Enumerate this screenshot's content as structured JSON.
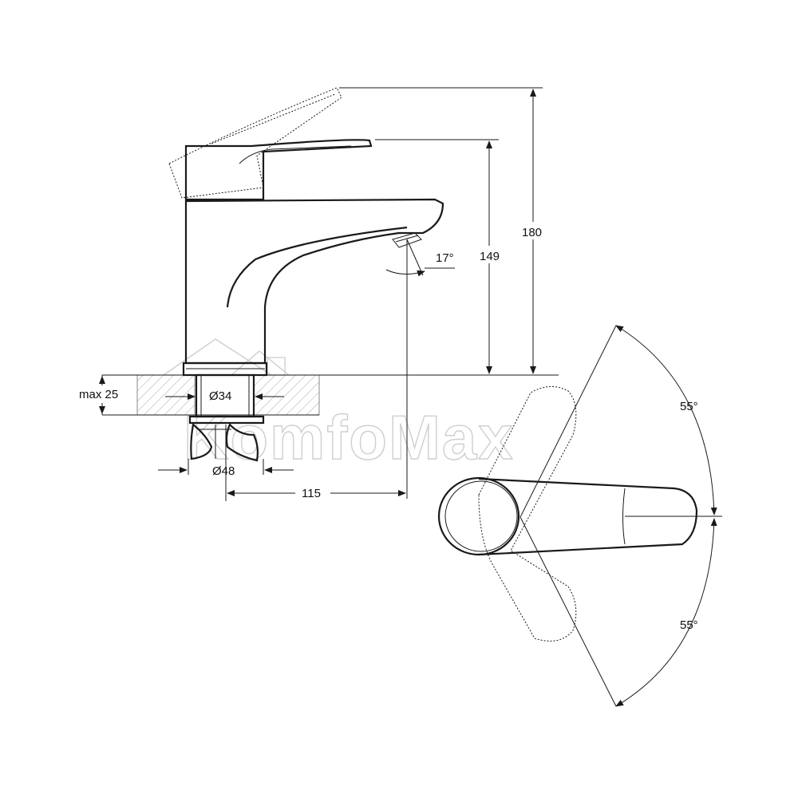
{
  "watermark": {
    "text": "KomfoMax"
  },
  "dimensions": {
    "overall_height": "180",
    "spout_height": "149",
    "spout_angle": "17°",
    "max_deck_thickness": "max 25",
    "hole_diameter": "Ø34",
    "base_diameter": "Ø48",
    "spout_reach": "115",
    "handle_rotation_top": "55°",
    "handle_rotation_bottom": "55°"
  },
  "colors": {
    "line": "#1a1a1a",
    "hatch": "#9a9a9a",
    "watermark": "#cfcfcf"
  }
}
